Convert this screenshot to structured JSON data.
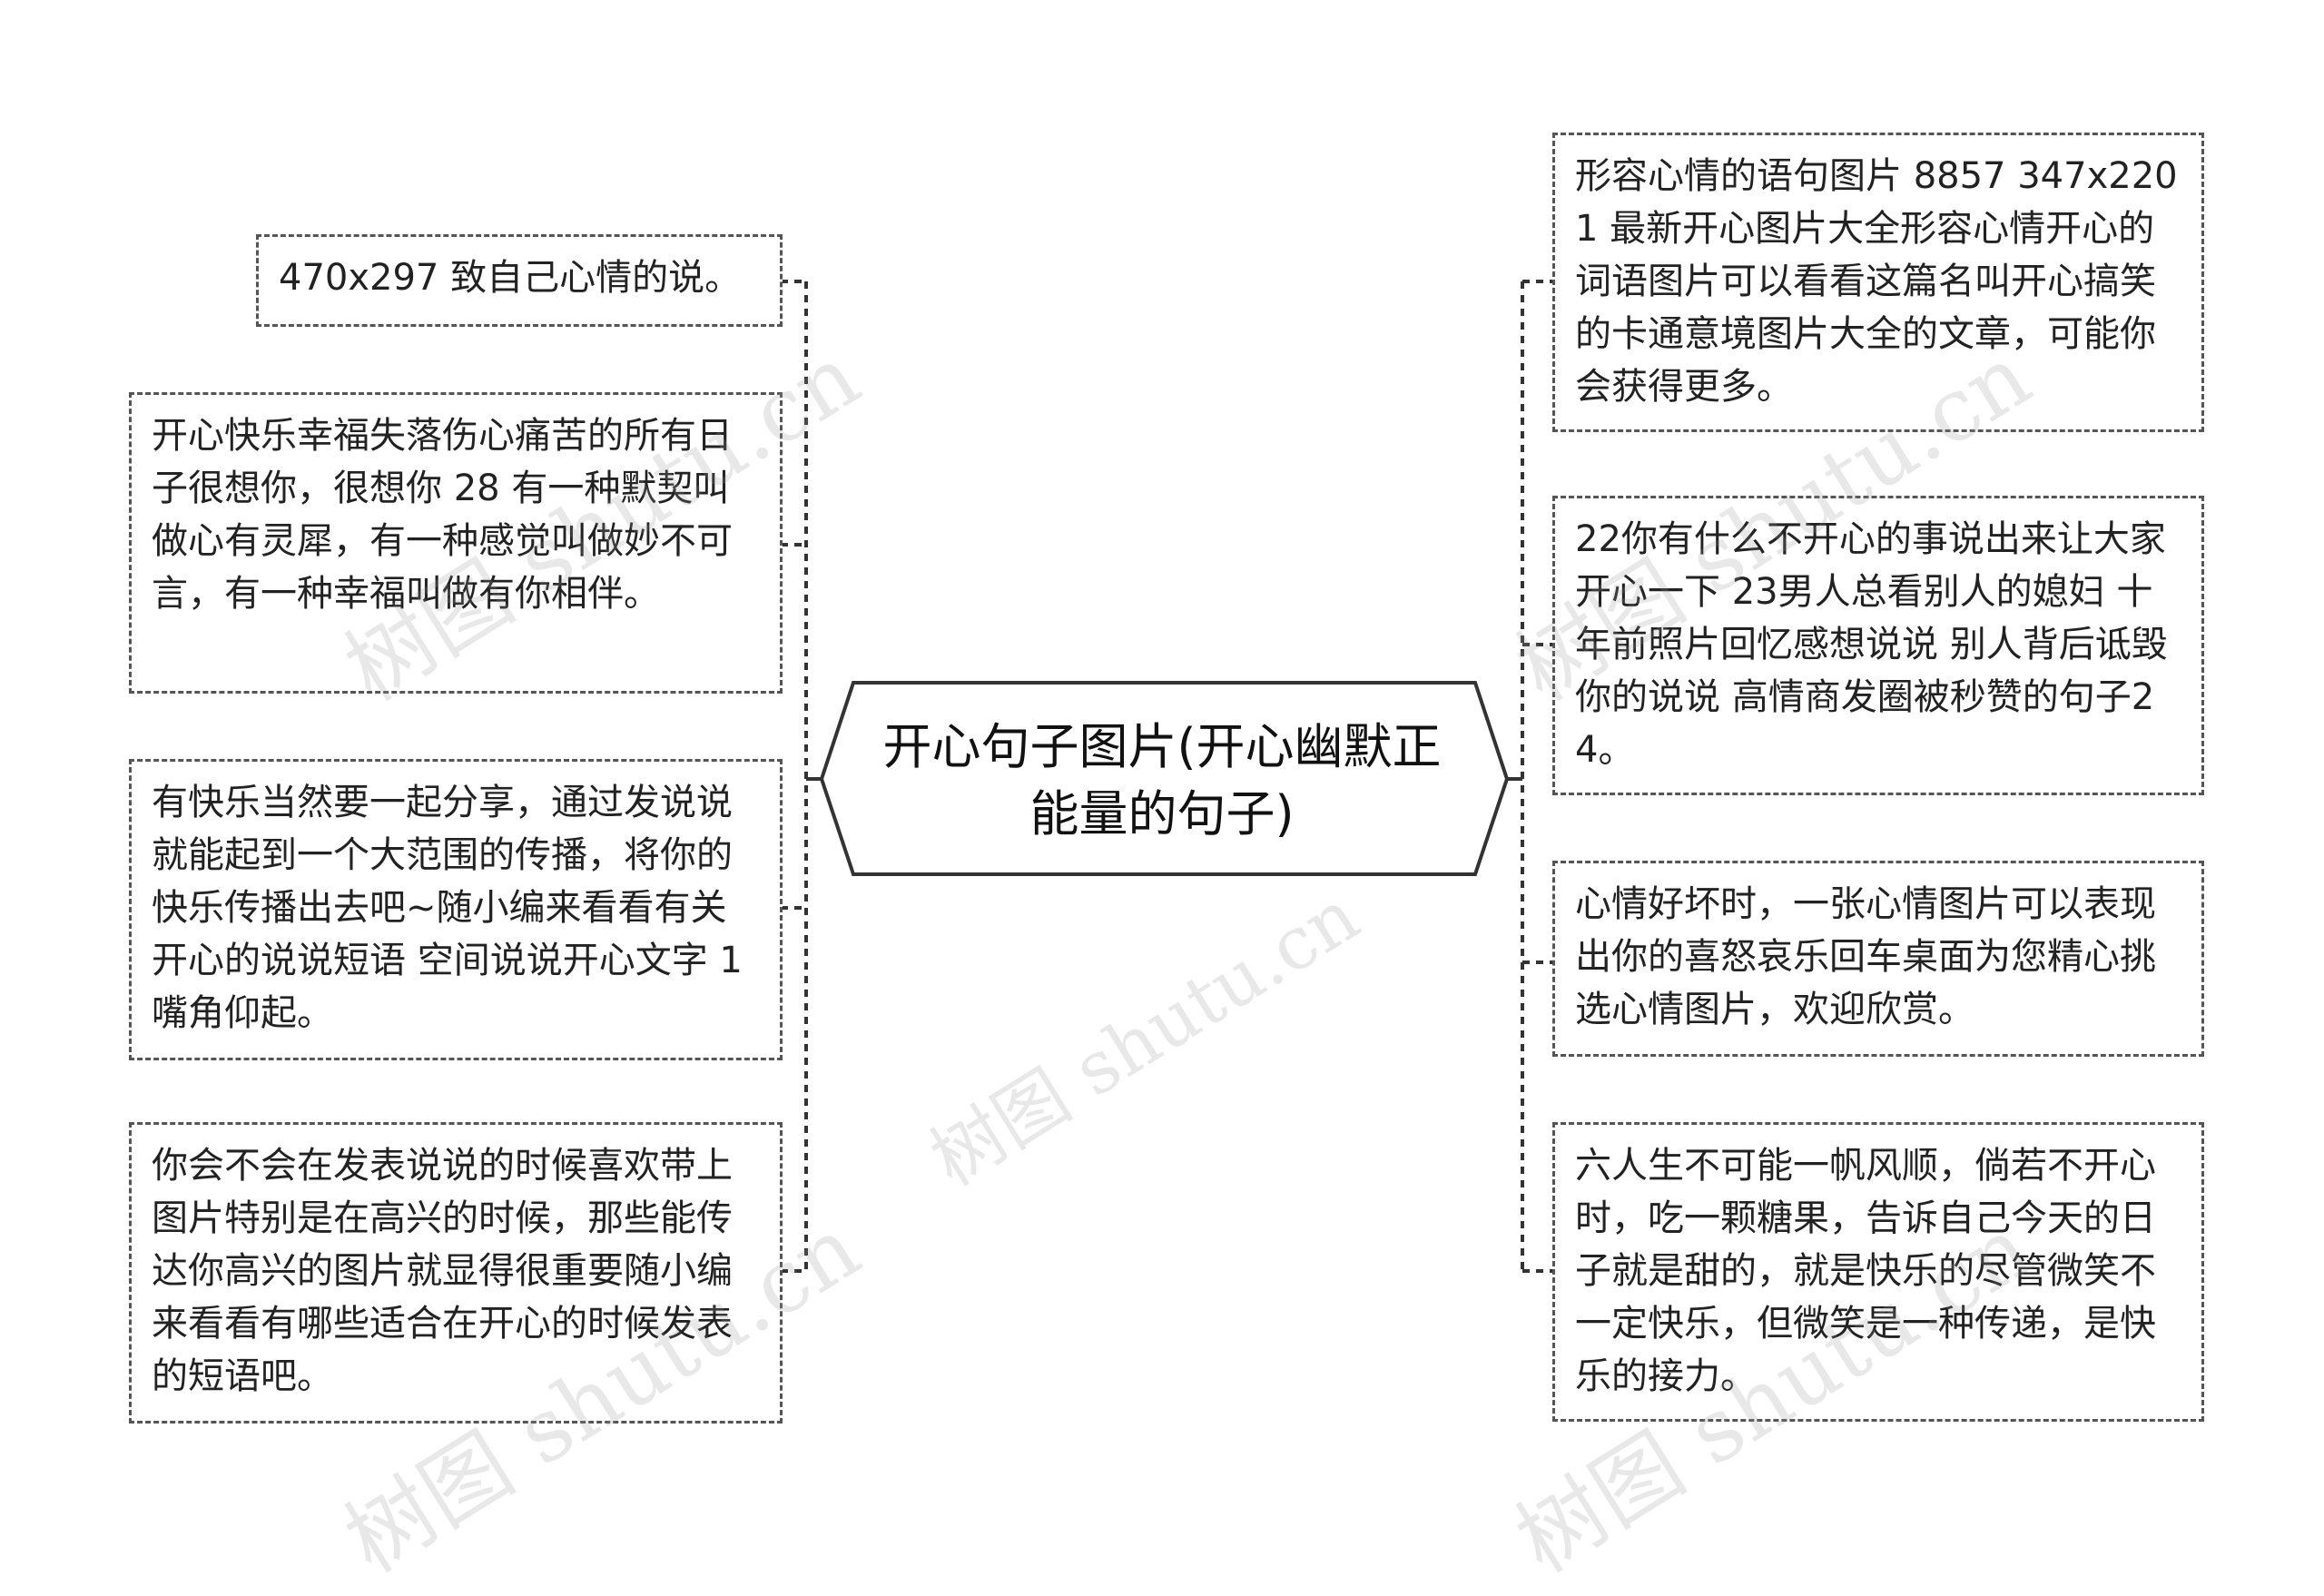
{
  "root": {
    "label": "开心句子图片(开心幽默正能量的句子)"
  },
  "left_nodes": [
    {
      "text": "470x297 致自己心情的说。"
    },
    {
      "text": "开心快乐幸福失落伤心痛苦的所有日子很想你，很想你 28 有一种默契叫做心有灵犀，有一种感觉叫做妙不可言，有一种幸福叫做有你相伴。"
    },
    {
      "text": "有快乐当然要一起分享，通过发说说就能起到一个大范围的传播，将你的快乐传播出去吧~随小编来看看有关开心的说说短语 空间说说开心文字 1 嘴角仰起。"
    },
    {
      "text": "你会不会在发表说说的时候喜欢带上图片特别是在高兴的时候，那些能传达你高兴的图片就显得很重要随小编来看看有哪些适合在开心的时候发表的短语吧。"
    }
  ],
  "right_nodes": [
    {
      "text": "形容心情的语句图片 8857 347x220 1 最新开心图片大全形容心情开心的词语图片可以看看这篇名叫开心搞笑的卡通意境图片大全的文章，可能你会获得更多。"
    },
    {
      "text": "22你有什么不开心的事说出来让大家开心一下 23男人总看别人的媳妇 十年前照片回忆感想说说 别人背后诋毁你的说说 高情商发圈被秒赞的句子24。"
    },
    {
      "text": "心情好坏时，一张心情图片可以表现出你的喜怒哀乐回车桌面为您精心挑选心情图片，欢迎欣赏。"
    },
    {
      "text": "六人生不可能一帆风顺，倘若不开心时，吃一颗糖果，告诉自己今天的日子就是甜的，就是快乐的尽管微笑不一定快乐，但微笑是一种传递，是快乐的接力。"
    }
  ],
  "watermarks": [
    "树图 shutu.cn",
    "树图 shutu.cn",
    "树图 shutu.cn",
    "树图 shutu.cn",
    "树图 shutu.cn"
  ],
  "colors": {
    "border": "#555555",
    "root_border": "#333333",
    "text": "#222222"
  }
}
